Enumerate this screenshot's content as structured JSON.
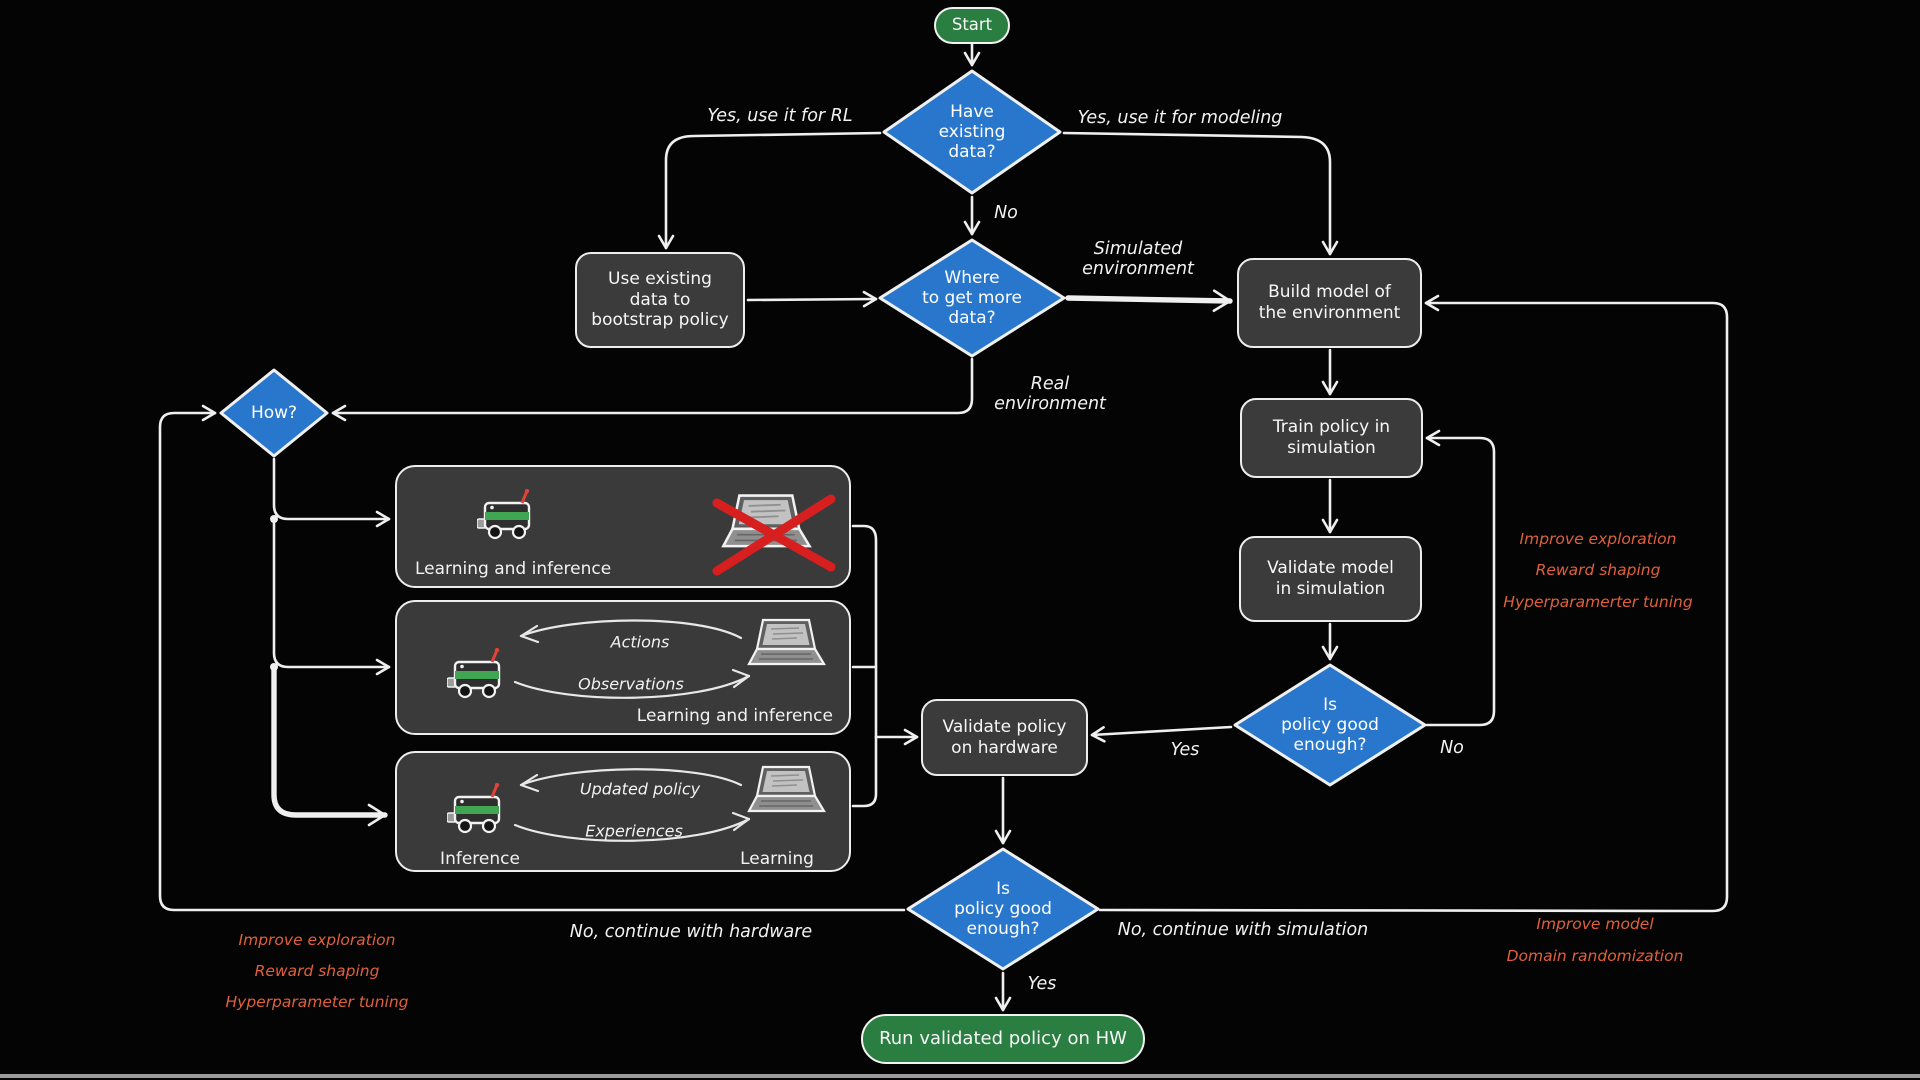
{
  "colors": {
    "background": "#040404",
    "decision_blue": "#2877cd",
    "terminal_green": "#2b7e41",
    "process_gray": "#3b3b3b",
    "line_white": "#efefef",
    "annotation_red": "#e0603c",
    "cross_red": "#d81f1f"
  },
  "nodes": {
    "start": "Start",
    "have_existing_data": "Have\nexisting\ndata?",
    "use_existing_data": "Use existing\ndata to\nbootstrap policy",
    "where_more_data": "Where\nto get more\ndata?",
    "build_model": "Build model of\nthe environment",
    "how": "How?",
    "train_policy": "Train policy in\nsimulation",
    "validate_model": "Validate model\nin simulation",
    "policy_good_sim": "Is\npolicy good\nenough?",
    "validate_policy_hw": "Validate policy\non hardware",
    "policy_good_hw": "Is\npolicy good\nenough?",
    "run_policy": "Run validated policy on HW"
  },
  "edges": {
    "yes_rl": "Yes, use it for RL",
    "yes_modeling": "Yes, use it for modeling",
    "no_data": "No",
    "simulated_env": "Simulated\nenvironment",
    "real_env": "Real\nenvironment",
    "yes_sim": "Yes",
    "no_sim": "No",
    "yes_hw": "Yes",
    "no_hw": "No, continue with hardware",
    "no_sim_continue": "No, continue with simulation"
  },
  "hardware": {
    "option1": {
      "caption": "Learning and inference"
    },
    "option2": {
      "caption": "Learning and inference",
      "top_label": "Actions",
      "bottom_label": "Observations"
    },
    "option3": {
      "top_label": "Updated policy",
      "bottom_label": "Experiences",
      "left_caption": "Inference",
      "right_caption": "Learning"
    }
  },
  "annotations": {
    "sim_loop": [
      "Improve exploration",
      "Reward shaping",
      "Hyperparamerter tuning"
    ],
    "hw_loop": [
      "Improve exploration",
      "Reward shaping",
      "Hyperparameter tuning"
    ],
    "model_loop": [
      "Improve model",
      "Domain randomization"
    ]
  }
}
